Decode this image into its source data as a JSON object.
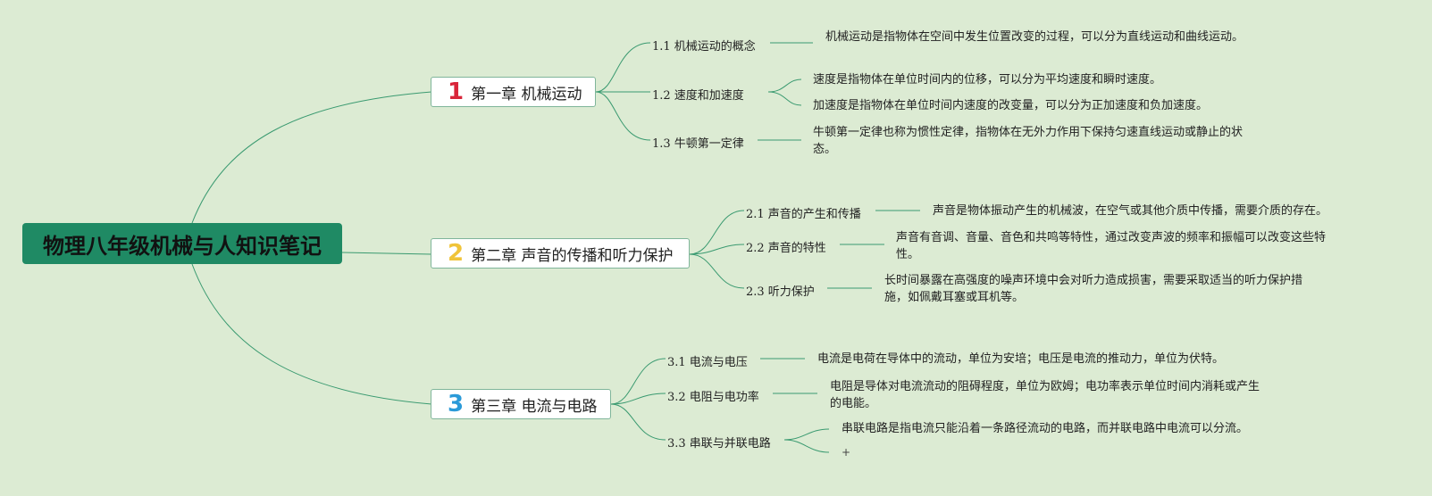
{
  "title": "物理八年级机械与人知识笔记",
  "chapters": [
    {
      "number": "1",
      "number_color": "#d9253a",
      "label": "第一章 机械运动",
      "subtopics": [
        {
          "label": "1.1 机械运动的概念",
          "notes": [
            "机械运动是指物体在空间中发生位置改变的过程，可以分为直线运动和曲线运动。"
          ]
        },
        {
          "label": "1.2 速度和加速度",
          "notes": [
            "速度是指物体在单位时间内的位移，可以分为平均速度和瞬时速度。",
            "加速度是指物体在单位时间内速度的改变量，可以分为正加速度和负加速度。"
          ]
        },
        {
          "label": "1.3 牛顿第一定律",
          "notes": [
            "牛顿第一定律也称为惯性定律，指物体在无外力作用下保持匀速直线运动或静止的状态。"
          ]
        }
      ]
    },
    {
      "number": "2",
      "number_color": "#f0c43a",
      "label": "第二章 声音的传播和听力保护",
      "subtopics": [
        {
          "label": "2.1 声音的产生和传播",
          "notes": [
            "声音是物体振动产生的机械波，在空气或其他介质中传播，需要介质的存在。"
          ]
        },
        {
          "label": "2.2 声音的特性",
          "notes": [
            "声音有音调、音量、音色和共鸣等特性，通过改变声波的频率和振幅可以改变这些特性。"
          ]
        },
        {
          "label": "2.3 听力保护",
          "notes": [
            "长时间暴露在高强度的噪声环境中会对听力造成损害，需要采取适当的听力保护措施，如佩戴耳塞或耳机等。"
          ]
        }
      ]
    },
    {
      "number": "3",
      "number_color": "#2b9ad8",
      "label": "第三章 电流与电路",
      "subtopics": [
        {
          "label": "3.1 电流与电压",
          "notes": [
            "电流是电荷在导体中的流动，单位为安培；电压是电流的推动力，单位为伏特。"
          ]
        },
        {
          "label": "3.2 电阻与电功率",
          "notes": [
            "电阻是导体对电流流动的阻碍程度，单位为欧姆；电功率表示单位时间内消耗或产生的电能。"
          ]
        },
        {
          "label": "3.3 串联与并联电路",
          "notes": [
            "串联电路是指电流只能沿着一条路径流动的电路，而并联电路中电流可以分流。",
            "+"
          ]
        }
      ]
    }
  ]
}
